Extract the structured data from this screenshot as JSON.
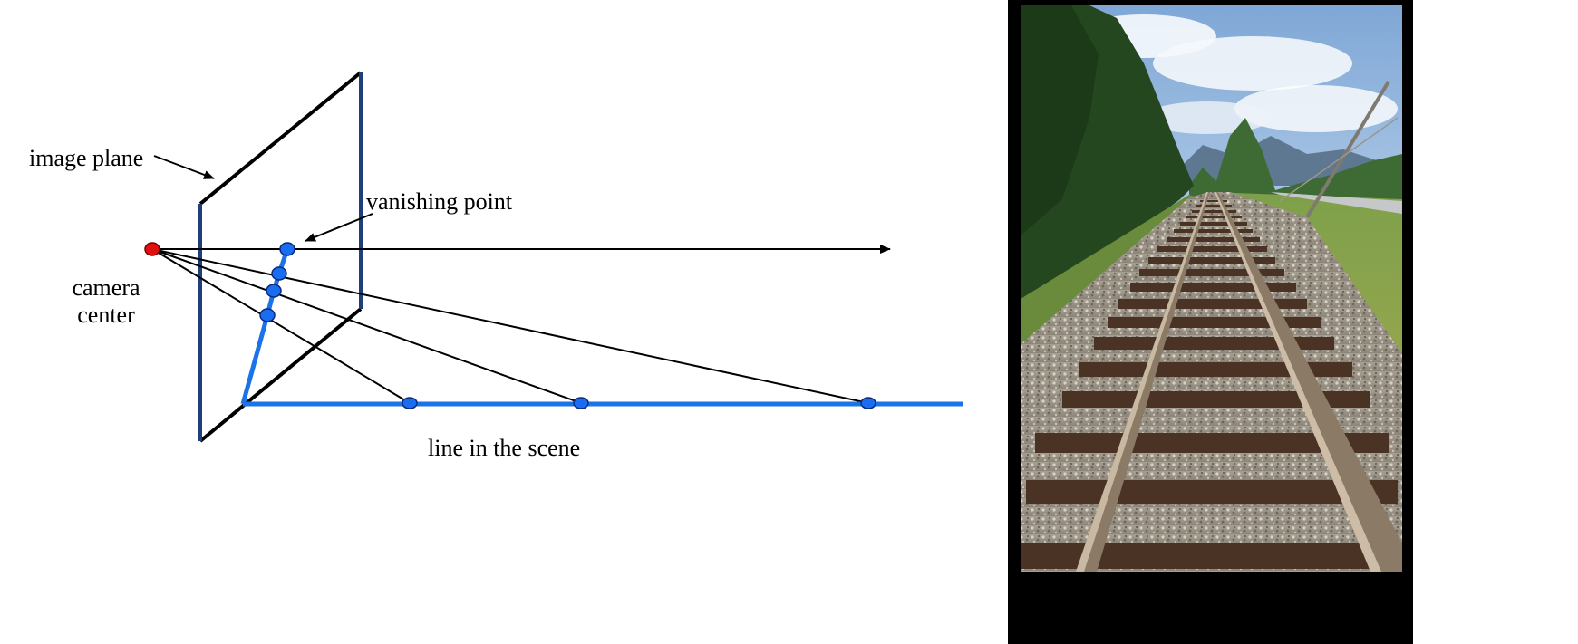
{
  "diagram": {
    "labels": {
      "image_plane": "image plane",
      "vanishing_point": "vanishing point",
      "camera_center_line1": "camera",
      "camera_center_line2": "center",
      "line_in_scene": "line in the scene"
    },
    "colors": {
      "ink": "#000000",
      "plane_edge": "#1f3f7a",
      "scene_line": "#1a73e8",
      "point_fill": "#1a6cf0",
      "camera_point": "#e01010"
    }
  },
  "photo": {
    "subject": "railroad tracks receding toward horizon",
    "colors": {
      "sky": "#b7cfe6",
      "trees": "#2f5a2a",
      "gravel": "#9b9386",
      "ties": "#4a3324",
      "rail": "#8a7a66"
    }
  }
}
